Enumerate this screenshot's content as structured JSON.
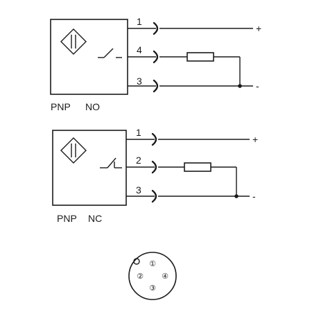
{
  "diagrams": [
    {
      "id": "pnp-no",
      "output_label": "PNP",
      "contact_label": "NO",
      "pins": [
        {
          "number": "1",
          "polarity": "+"
        },
        {
          "number": "4",
          "polarity": ""
        },
        {
          "number": "3",
          "polarity": "-"
        }
      ]
    },
    {
      "id": "pnp-nc",
      "output_label": "PNP",
      "contact_label": "NC",
      "pins": [
        {
          "number": "1",
          "polarity": "+"
        },
        {
          "number": "2",
          "polarity": ""
        },
        {
          "number": "3",
          "polarity": "-"
        }
      ]
    }
  ],
  "connector": {
    "pins": [
      "①",
      "②",
      "③",
      "④"
    ]
  }
}
